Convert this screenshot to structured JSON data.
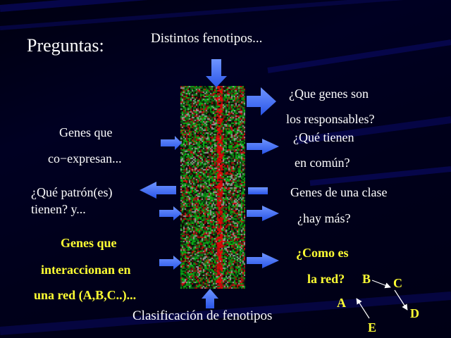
{
  "slide": {
    "title": "Preguntas:",
    "top_caption": "Distintos fenotipos...",
    "bottom_caption": "Clasificación de fenotipos",
    "left": {
      "coexpress_line1": "Genes que",
      "coexpress_line2": "co−expresan...",
      "pattern_line1": "¿Qué patrón(es)",
      "pattern_line2": "tienen? y...",
      "network_line1": "Genes que",
      "network_line2": "interaccionan en",
      "network_line3": "una red (A,B,C..)..."
    },
    "right": {
      "responsible_line1": "¿Que genes son",
      "responsible_line2": "los responsables?",
      "common_line1": "¿Qué tienen",
      "common_line2": "en común?",
      "class_line1": "Genes de una clase",
      "class_line2": "¿hay más?",
      "network_q_line1": "¿Como es",
      "network_q_line2": "la red?"
    },
    "network_nodes": {
      "A": "A",
      "B": "B",
      "C": "C",
      "D": "D",
      "E": "E"
    }
  },
  "colors": {
    "background": "#000018",
    "text": "#ffffff",
    "highlight": "#ffff33",
    "arrow": "#3d6dff",
    "heatmap_red": "#d01010",
    "heatmap_green": "#15a020"
  }
}
